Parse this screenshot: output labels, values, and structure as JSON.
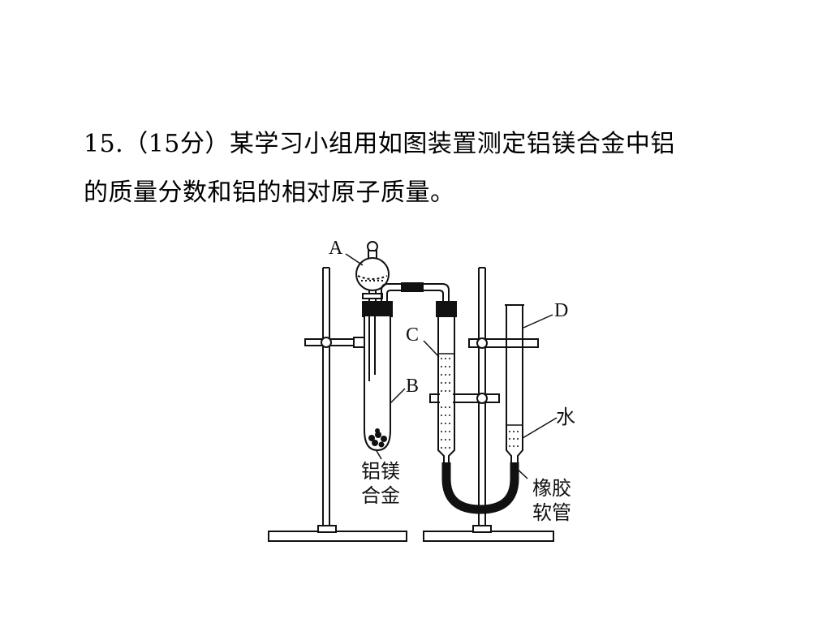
{
  "question": {
    "line1": "15.（15分）某学习小组用如图装置测定铝镁合金中铝",
    "line2": "的质量分数和铝的相对原子质量。"
  },
  "figure": {
    "label_a": "A",
    "label_b": "B",
    "label_c": "C",
    "label_d": "D",
    "label_water": "水",
    "label_alloy_line1": "铝镁",
    "label_alloy_line2": "合金",
    "label_tube_line1": "橡胶",
    "label_tube_line2": "软管"
  }
}
